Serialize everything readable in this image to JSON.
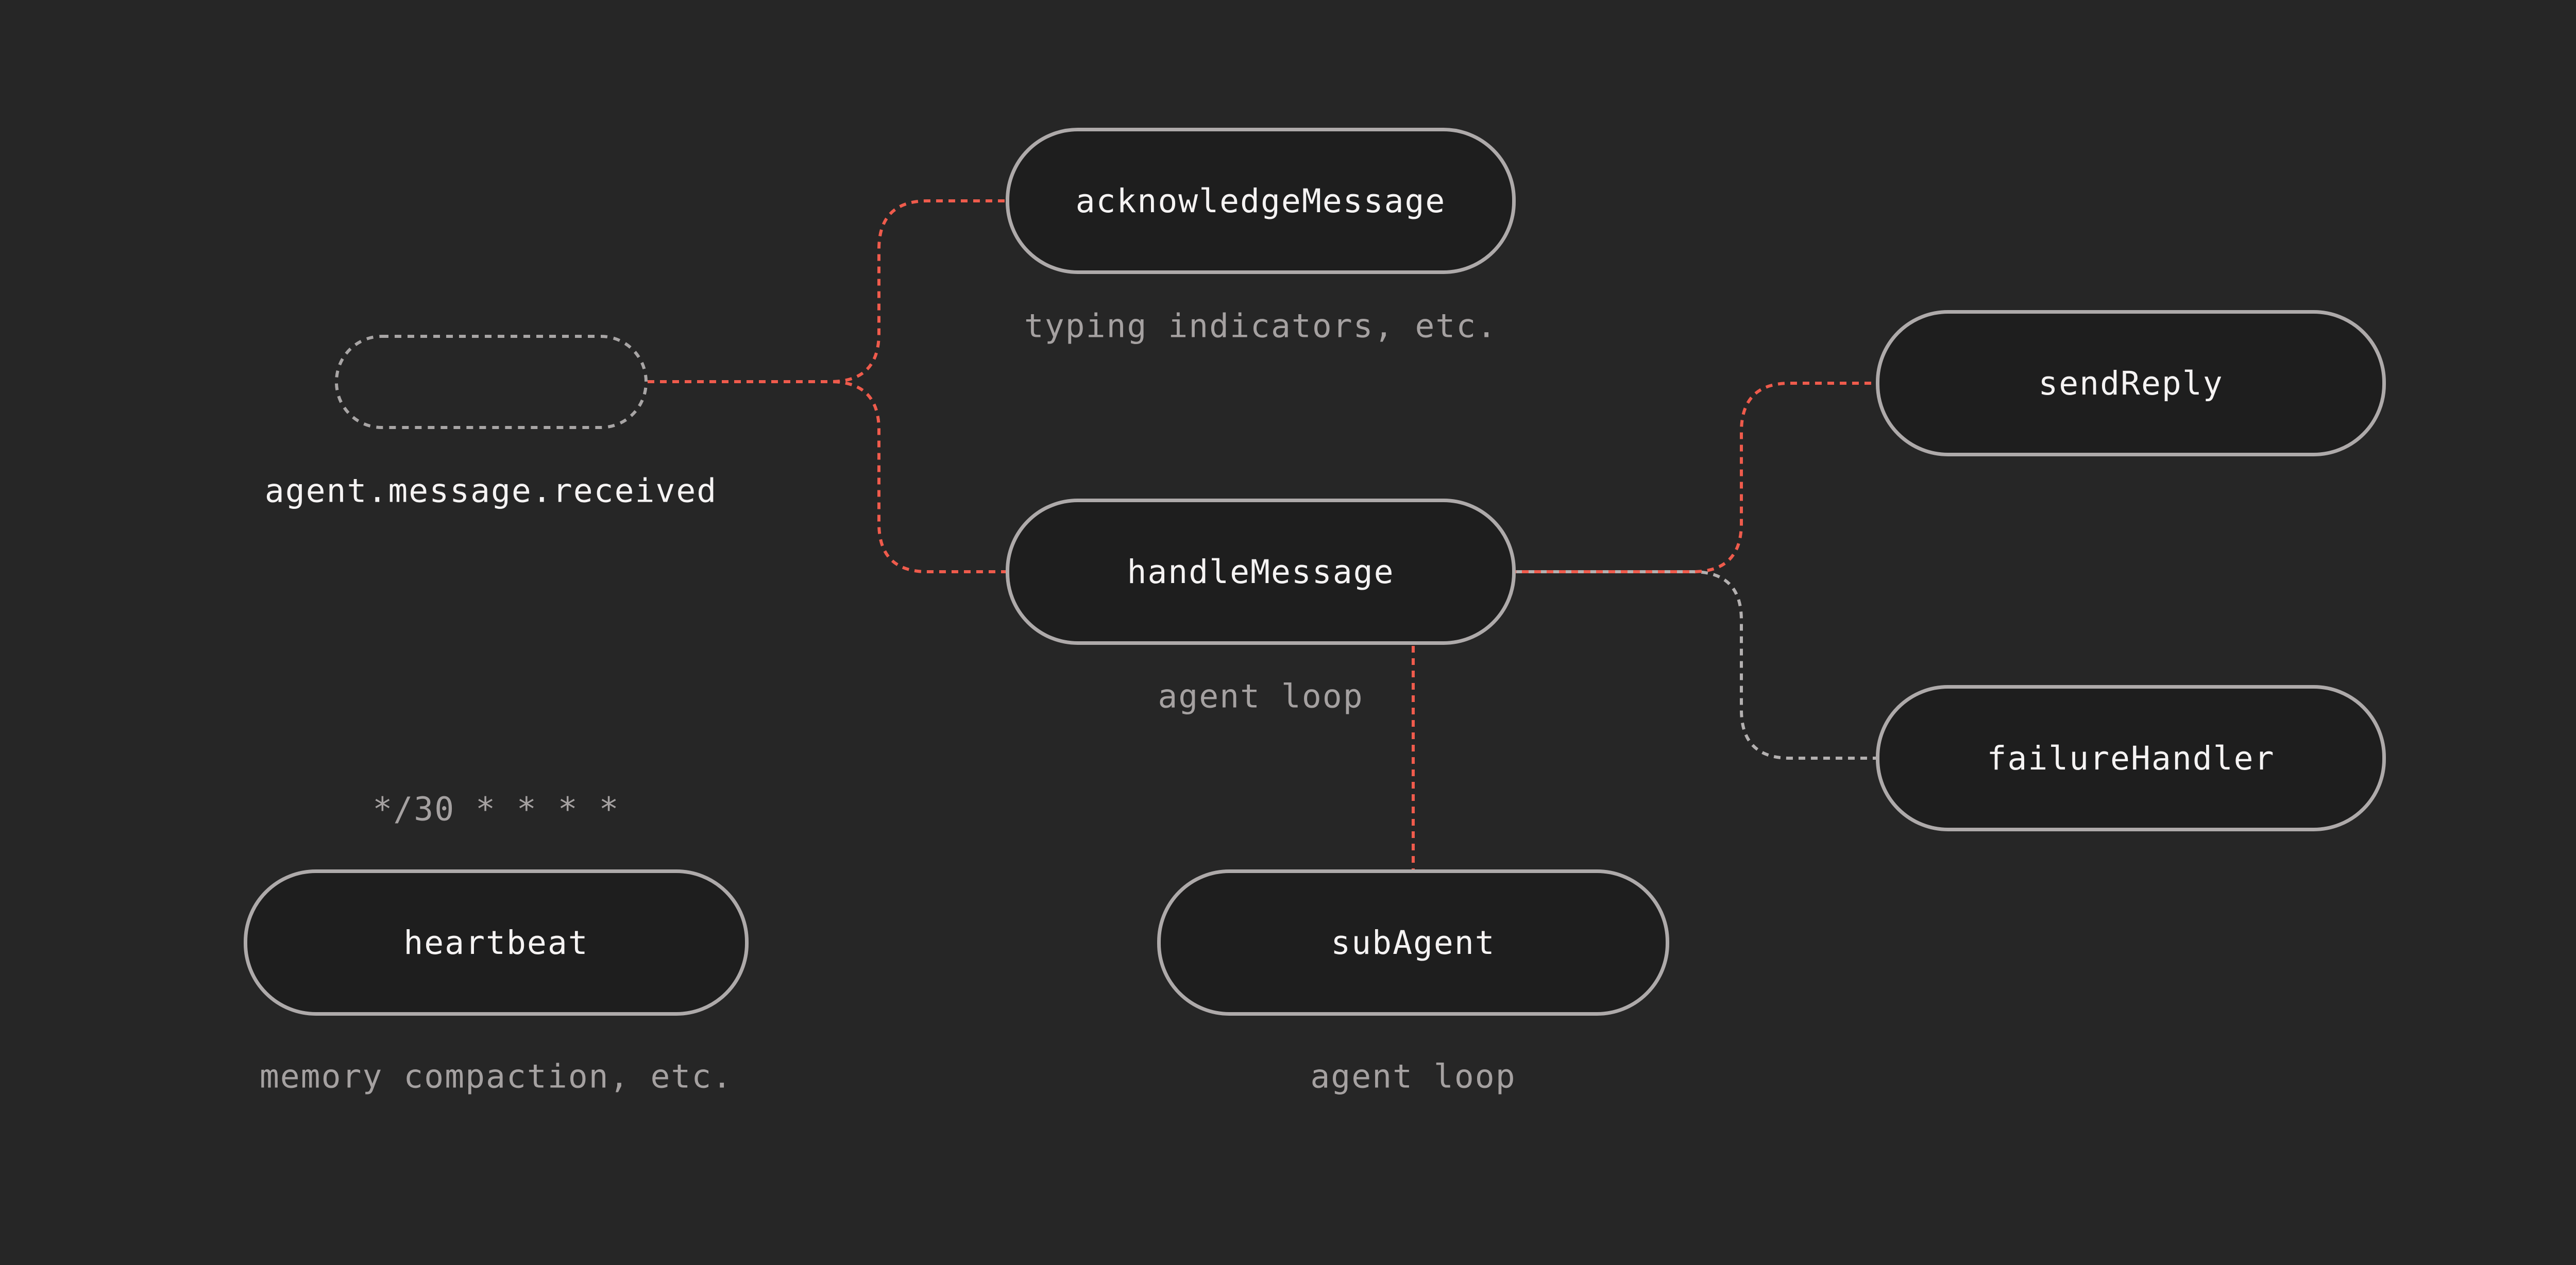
{
  "theme": {
    "bg": "#262626",
    "node_fill": "#1e1e1e",
    "node_border": "#aeaaaa",
    "trigger_border": "#a8a5a5",
    "label_color": "#f5f3f3",
    "muted_color": "#a5a1a1",
    "edge_red": "#ef5b4c",
    "edge_gray": "#b3b0b0"
  },
  "nodes": {
    "trigger": {
      "caption": "agent.message.received"
    },
    "acknowledge": {
      "label": "acknowledgeMessage",
      "caption": "typing indicators, etc."
    },
    "handle": {
      "label": "handleMessage",
      "caption": "agent loop"
    },
    "send_reply": {
      "label": "sendReply"
    },
    "failure_handler": {
      "label": "failureHandler"
    },
    "heartbeat": {
      "label": "heartbeat",
      "schedule": "*/30 * * * *",
      "caption": "memory compaction, etc."
    },
    "sub_agent": {
      "label": "subAgent",
      "caption": "agent loop"
    }
  }
}
